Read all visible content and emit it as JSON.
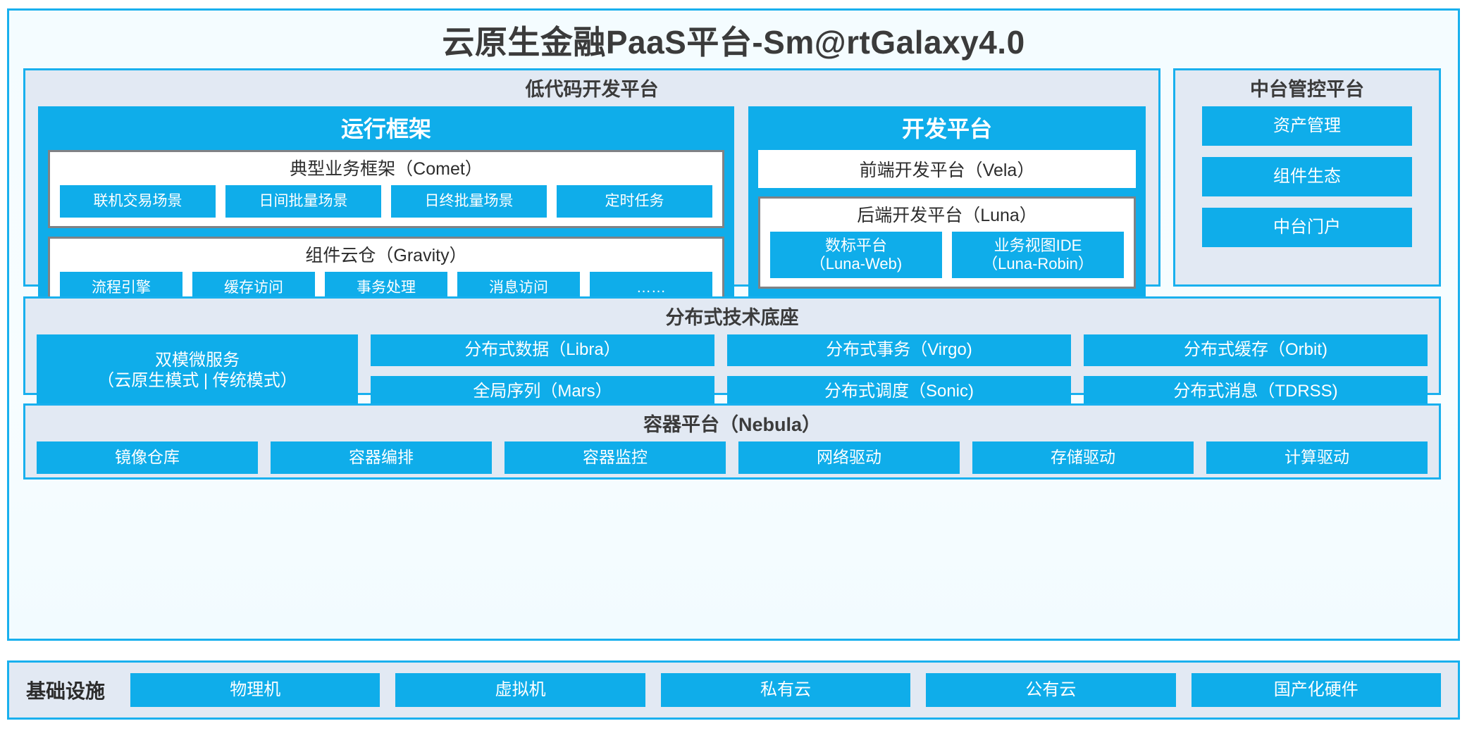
{
  "title": "云原生金融PaaS平台-Sm@rtGalaxy4.0",
  "colors": {
    "accent_blue": "#0FADEA",
    "border_cyan": "#19B0EE",
    "panel_fill": "#E2E9F3",
    "card_border_gray": "#808285",
    "text_dark": "#3B3B3B"
  },
  "lowcode": {
    "title": "低代码开发平台",
    "runtime": {
      "title": "运行框架",
      "comet": {
        "title": "典型业务框架（Comet）",
        "items": [
          {
            "label": "联机交易场景"
          },
          {
            "label": "日间批量场景"
          },
          {
            "label": "日终批量场景"
          },
          {
            "label": "定时任务"
          }
        ]
      },
      "gravity": {
        "title": "组件云仓（Gravity）",
        "items": [
          {
            "label": "流程引擎"
          },
          {
            "label": "缓存访问"
          },
          {
            "label": "事务处理"
          },
          {
            "label": "消息访问"
          },
          {
            "label": "……"
          }
        ]
      }
    },
    "devplatform": {
      "title": "开发平台",
      "frontend": {
        "label": "前端开发平台（Vela）"
      },
      "backend": {
        "title": "后端开发平台（Luna）",
        "items": [
          {
            "label": "数标平台\n（Luna-Web)"
          },
          {
            "label": "业务视图IDE\n（Luna-Robin）"
          }
        ]
      }
    }
  },
  "control_platform": {
    "title": "中台管控平台",
    "items": [
      {
        "label": "资产管理"
      },
      {
        "label": "组件生态"
      },
      {
        "label": "中台门户"
      }
    ]
  },
  "distributed": {
    "title": "分布式技术底座",
    "wide_item": {
      "label": "双模微服务\n（云原生模式 | 传统模式）"
    },
    "columns": [
      {
        "items": [
          {
            "label": "分布式数据（Libra）"
          },
          {
            "label": "全局序列（Mars）"
          }
        ]
      },
      {
        "items": [
          {
            "label": "分布式事务（Virgo)"
          },
          {
            "label": "分布式调度（Sonic)"
          }
        ]
      },
      {
        "items": [
          {
            "label": "分布式缓存（Orbit)"
          },
          {
            "label": "分布式消息（TDRSS)"
          }
        ]
      }
    ]
  },
  "container": {
    "title": "容器平台（Nebula）",
    "items": [
      {
        "label": "镜像仓库"
      },
      {
        "label": "容器编排"
      },
      {
        "label": "容器监控"
      },
      {
        "label": "网络驱动"
      },
      {
        "label": "存储驱动"
      },
      {
        "label": "计算驱动"
      }
    ]
  },
  "infrastructure": {
    "label": "基础设施",
    "items": [
      {
        "label": "物理机"
      },
      {
        "label": "虚拟机"
      },
      {
        "label": "私有云"
      },
      {
        "label": "公有云"
      },
      {
        "label": "国产化硬件"
      }
    ]
  }
}
